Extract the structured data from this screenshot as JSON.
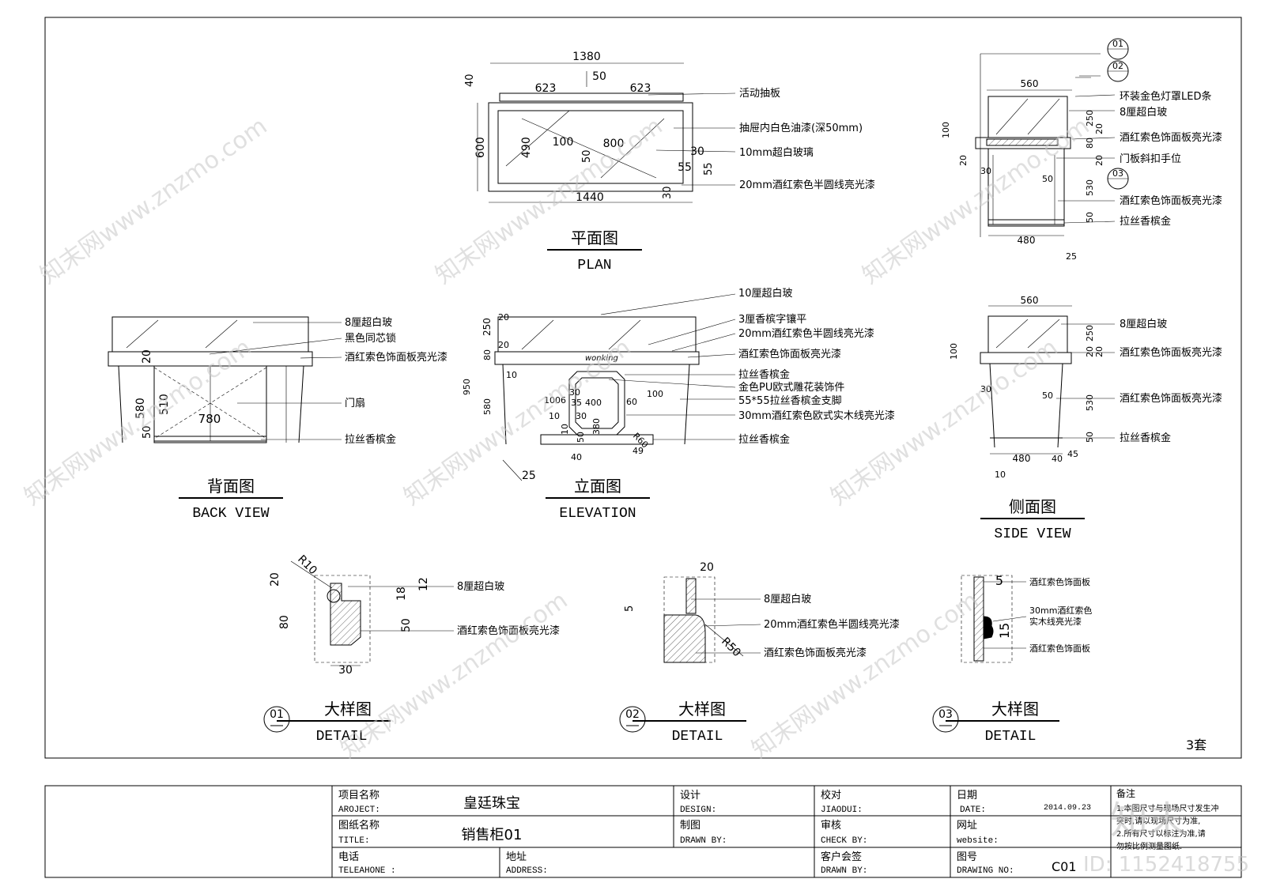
{
  "views": {
    "plan": {
      "title_cn": "平面图",
      "title_en": "PLAN",
      "dims": [
        "1380",
        "50",
        "623",
        "623",
        "40",
        "600",
        "490",
        "100",
        "800",
        "50",
        "30",
        "55",
        "55",
        "30",
        "1440"
      ],
      "callouts": [
        "活动抽板",
        "抽屉内白色油漆(深50mm)",
        "10mm超白玻璃",
        "20mm酒红索色半圆线亮光漆"
      ]
    },
    "back": {
      "title_cn": "背面图",
      "title_en": "BACK VIEW",
      "dims": [
        "20",
        "580",
        "510",
        "50",
        "780"
      ],
      "callouts": [
        "8厘超白玻",
        "黑色同芯锁",
        "酒红索色饰面板亮光漆",
        "门扇",
        "拉丝香槟金"
      ]
    },
    "elevation": {
      "title_cn": "立面图",
      "title_en": "ELEVATION",
      "dims": [
        "20",
        "250",
        "20",
        "80",
        "950",
        "580",
        "10",
        "10",
        "1006",
        "30",
        "35",
        "400",
        "30",
        "380",
        "60",
        "100",
        "10",
        "50",
        "R60",
        "49",
        "40",
        "25"
      ],
      "callouts": [
        "10厘超白玻",
        "3厘香槟字镶平",
        "20mm酒红索色半圆线亮光漆",
        "酒红索色饰面板亮光漆",
        "拉丝香槟金",
        "金色PU欧式雕花装饰件",
        "55*55拉丝香槟金支脚",
        "30mm酒红索色欧式实木线亮光漆",
        "拉丝香槟金"
      ]
    },
    "side_top": {
      "dims": [
        "560",
        "100",
        "250",
        "20",
        "80",
        "20",
        "530",
        "50",
        "20",
        "30",
        "50",
        "480",
        "25"
      ],
      "callouts": [
        "环装金色灯罩LED条",
        "8厘超白玻",
        "酒红索色饰面板亮光漆",
        "门板斜扣手位",
        "酒红索色饰面板亮光漆",
        "拉丝香槟金"
      ],
      "markers": [
        "01",
        "02",
        "03"
      ]
    },
    "side": {
      "title_cn": "侧面图",
      "title_en": "SIDE VIEW",
      "dims": [
        "560",
        "100",
        "250",
        "20",
        "20",
        "530",
        "50",
        "30",
        "50",
        "480",
        "40",
        "45",
        "10"
      ],
      "callouts": [
        "8厘超白玻",
        "酒红索色饰面板亮光漆",
        "酒红索色饰面板亮光漆",
        "拉丝香槟金"
      ]
    },
    "detail1": {
      "num": "01",
      "title_cn": "大样图",
      "title_en": "DETAIL",
      "dims": [
        "R10",
        "20",
        "80",
        "18",
        "12",
        "50",
        "30"
      ],
      "callouts": [
        "8厘超白玻",
        "酒红索色饰面板亮光漆"
      ]
    },
    "detail2": {
      "num": "02",
      "title_cn": "大样图",
      "title_en": "DETAIL",
      "dims": [
        "20",
        "5",
        "R50"
      ],
      "callouts": [
        "8厘超白玻",
        "20mm酒红索色半圆线亮光漆",
        "酒红索色饰面板亮光漆"
      ]
    },
    "detail3": {
      "num": "03",
      "title_cn": "大样图",
      "title_en": "DETAIL",
      "dims": [
        "5",
        "15"
      ],
      "callouts": [
        "酒红索色饰面板",
        "30mm酒红索色",
        "实木线亮光漆",
        "酒红索色饰面板"
      ]
    }
  },
  "set_count": "3套",
  "title_block": {
    "project_label_cn": "项目名称",
    "project_label_en": "AROJECT:",
    "project_value": "皇廷珠宝",
    "title_label_cn": "图纸名称",
    "title_label_en": "TITLE:",
    "title_value": "销售柜01",
    "phone_label_cn": "电话",
    "phone_label_en": "TELEAHONE :",
    "address_label_cn": "地址",
    "address_label_en": "ADDRESS:",
    "design_label_cn": "设计",
    "design_label_en": "DESIGN:",
    "drawn_label_cn": "制图",
    "drawn_label_en": "DRAWN BY:",
    "check_label_cn": "校对",
    "check_label_en": "JIAODUI:",
    "audit_label_cn": "审核",
    "audit_label_en": "CHECK BY:",
    "client_label_cn": "客户会签",
    "client_label_en": "DRAWN BY:",
    "date_label_cn": "日期",
    "date_label_en": "DATE:",
    "date_value": "2014.09.23",
    "web_label_cn": "网址",
    "web_label_en": "website:",
    "drawing_label_cn": "图号",
    "drawing_label_en": "DRAWING NO:",
    "drawing_value": "C01",
    "note_label": "备注",
    "note_lines": [
      "1.本图尺寸与现场尺寸发生冲",
      "突时,请以现场尺寸为准,",
      "2.所有尺寸以标注为准,请",
      "勿按比例测量图纸."
    ]
  },
  "watermark": {
    "logo": "知末",
    "id": "ID: 1152418755",
    "site": "知末网www.znzmo.com"
  }
}
